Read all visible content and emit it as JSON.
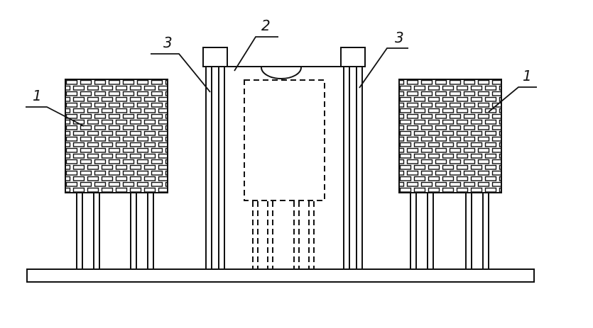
{
  "labels": {
    "brick_stack": "1",
    "beam": "2",
    "column": "3"
  },
  "colors": {
    "ink": "#111111",
    "paper": "#ffffff"
  }
}
